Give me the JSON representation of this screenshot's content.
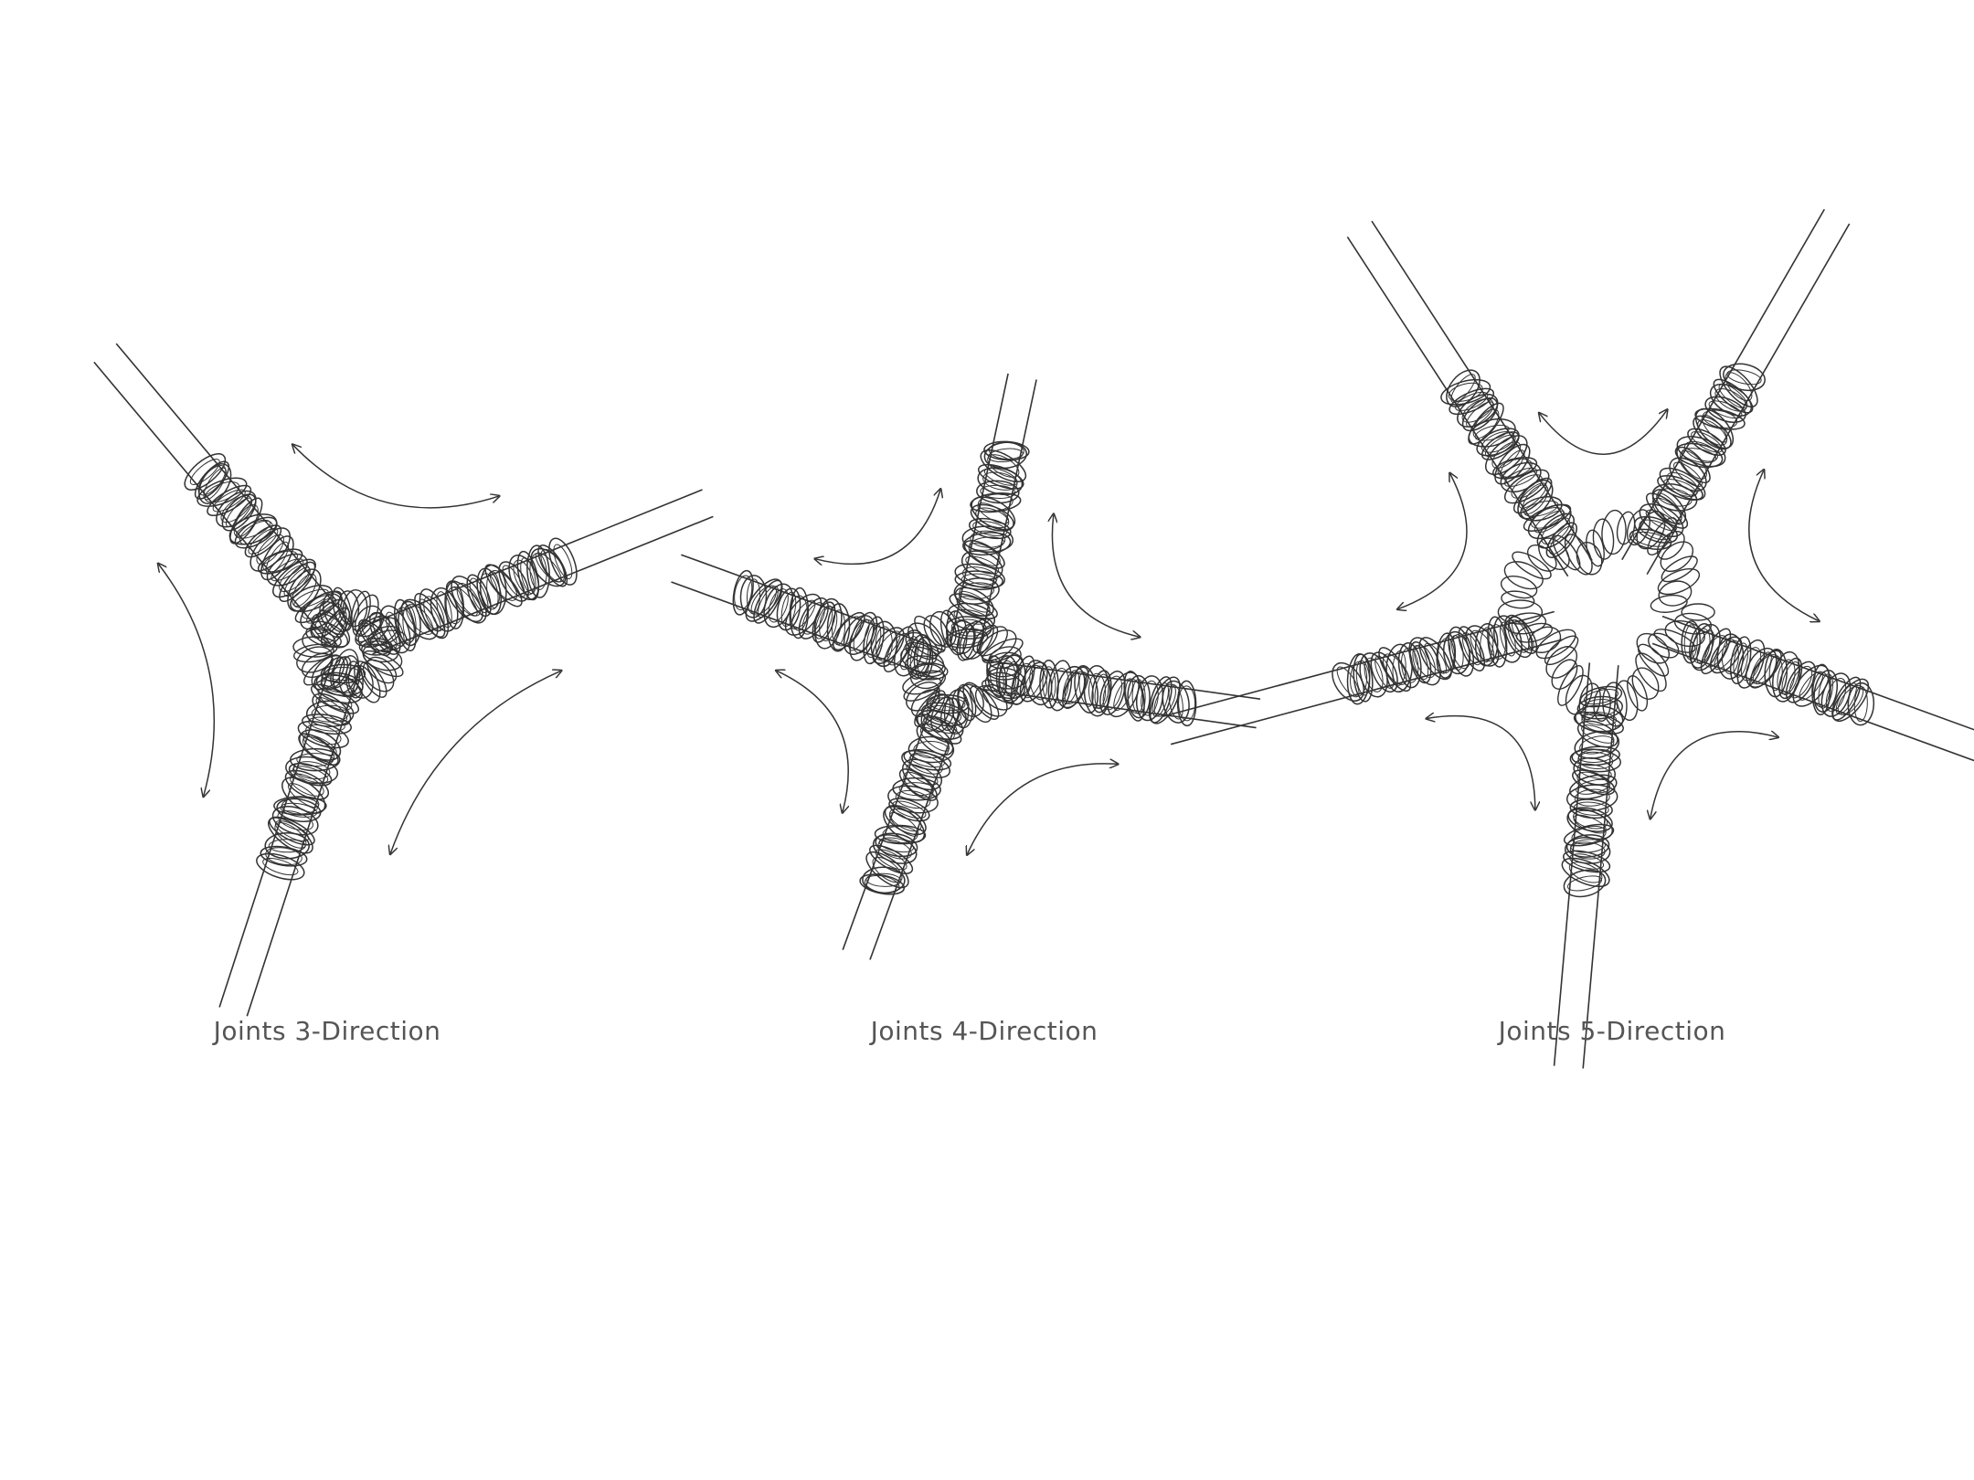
{
  "diagrams": [
    {
      "caption": "Joints 3-Direction",
      "arms": 3
    },
    {
      "caption": "Joints 4-Direction",
      "arms": 4
    },
    {
      "caption": "Joints 5-Direction",
      "arms": 5
    }
  ],
  "colors": {
    "background": "#ffffff",
    "line": "#333333",
    "caption": "#555555"
  }
}
